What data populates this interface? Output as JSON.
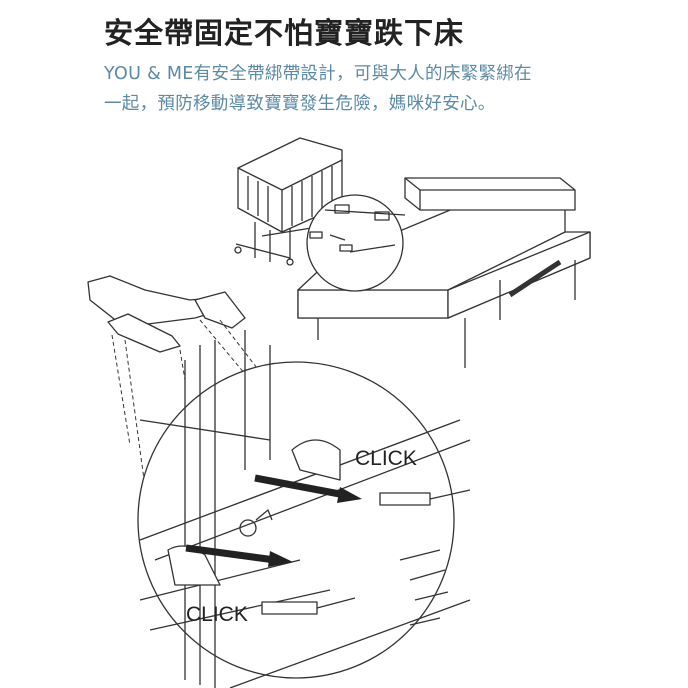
{
  "title": "安全帶固定不怕寶寶跌下床",
  "description": {
    "line1": "YOU & ME有安全帶綁帶設計，可與大人的床緊緊綁在",
    "line2": "一起，預防移動導致寶寶發生危險，媽咪好安心。"
  },
  "illustration": {
    "click_label_top": "CLICK",
    "click_label_bottom": "CLICK"
  },
  "colors": {
    "title": "#222222",
    "description": "#5b8aa6",
    "line": "#333333"
  }
}
